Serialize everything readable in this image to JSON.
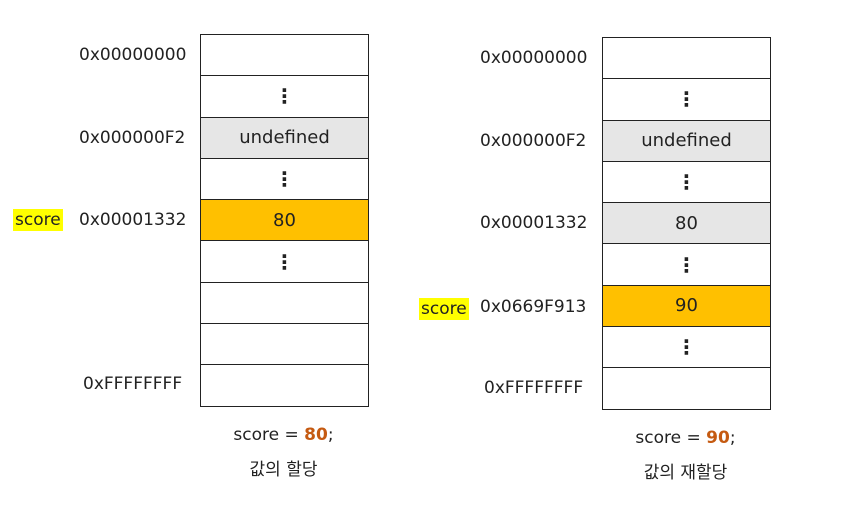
{
  "left": {
    "addresses": [
      "0x00000000",
      "0x000000F2",
      "0x00001332",
      "0xFFFFFFFF"
    ],
    "variable": "score",
    "cells": [
      "",
      "⋮",
      "undefined",
      "⋮",
      "80",
      "⋮",
      "",
      "",
      ""
    ],
    "code": {
      "prefix": "score = ",
      "value": "80",
      "suffix": ";"
    },
    "description": "값의 할당"
  },
  "right": {
    "addresses": [
      "0x00000000",
      "0x000000F2",
      "0x00001332",
      "0x0669F913",
      "0xFFFFFFFF"
    ],
    "variable": "score",
    "cells": [
      "",
      "⋮",
      "undefined",
      "⋮",
      "80",
      "⋮",
      "90",
      "⋮",
      ""
    ],
    "code": {
      "prefix": "score = ",
      "value": "90",
      "suffix": ";"
    },
    "description": "값의 재할당"
  },
  "colors": {
    "assigned": "#ffc000",
    "stale": "#e6e6e6",
    "highlight": "#ffff00",
    "number": "#c55a11"
  }
}
